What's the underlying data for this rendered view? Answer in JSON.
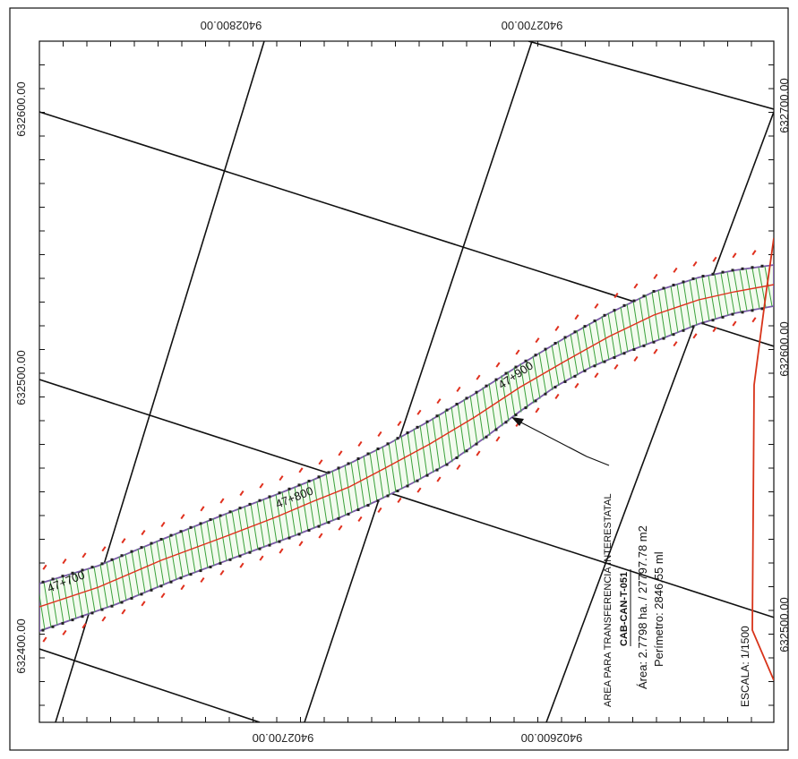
{
  "coords": {
    "top_left": "9402800.00",
    "top_right": "9402700.00",
    "bottom_left": "9402700.00",
    "bottom_right": "9402600.00",
    "left_top": "632600.00",
    "left_mid": "632500.00",
    "left_bottom": "632400.00",
    "right_top": "632700.00",
    "right_mid": "632600.00",
    "right_bottom": "632500.00"
  },
  "stations": {
    "s1": "47+700",
    "s2": "47+800",
    "s3": "47+900"
  },
  "legend": {
    "title": "AREA PARA TRANSFERENCIA INTERESTATAL",
    "code": "CAB-CAN-T-051",
    "area": "Área: 2.7798 ha. / 27797.78 m2",
    "perimeter": "Perímetro: 2846.55 ml",
    "scale": "ESCALA: 1/1500"
  },
  "colors": {
    "hatch": "#3aa13a",
    "boundary": "#7a5aa8",
    "centerline": "#e0301e",
    "vertex_labels": "#e0301e",
    "grid": "#111111"
  }
}
